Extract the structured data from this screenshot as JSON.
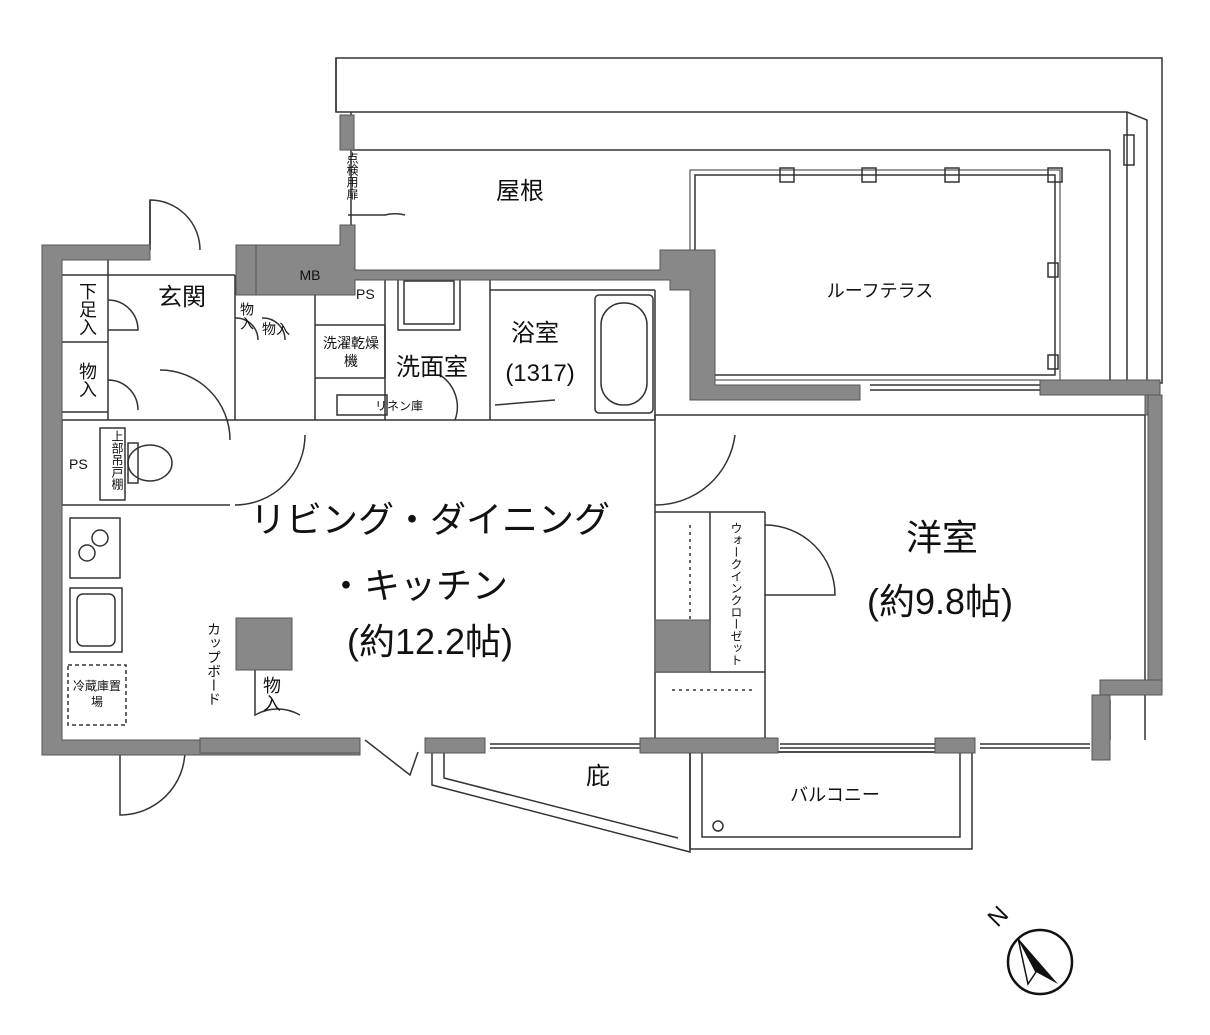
{
  "rooms": {
    "roof": "屋根",
    "roof_terrace": "ルーフテラス",
    "bathroom": "浴室",
    "bathroom_size": "(1317)",
    "washroom": "洗面室",
    "entrance": "玄関",
    "ldk_line1": "リビング・ダイニング",
    "ldk_line2": "・キッチン",
    "ldk_size": "(約12.2帖)",
    "western_room": "洋室",
    "western_size": "(約9.8帖)",
    "eaves": "庇",
    "balcony": "バルコニー"
  },
  "small_labels": {
    "mb": "MB",
    "ps_top": "PS",
    "ps_left": "PS",
    "shoe_storage": "下足入",
    "storage_entrance": "物入",
    "storage_1": "物入",
    "storage_2": "物入",
    "storage_kitchen": "物入",
    "washer_dryer": "洗濯乾燥機",
    "linen": "リネン庫",
    "upper_cabinet": "上部吊戸棚",
    "inspection_door": "点検用扉",
    "cupboard": "カップボード",
    "fridge_space": "冷蔵庫置場",
    "walkin_closet": "ウォークインクローゼット",
    "north": "N"
  }
}
